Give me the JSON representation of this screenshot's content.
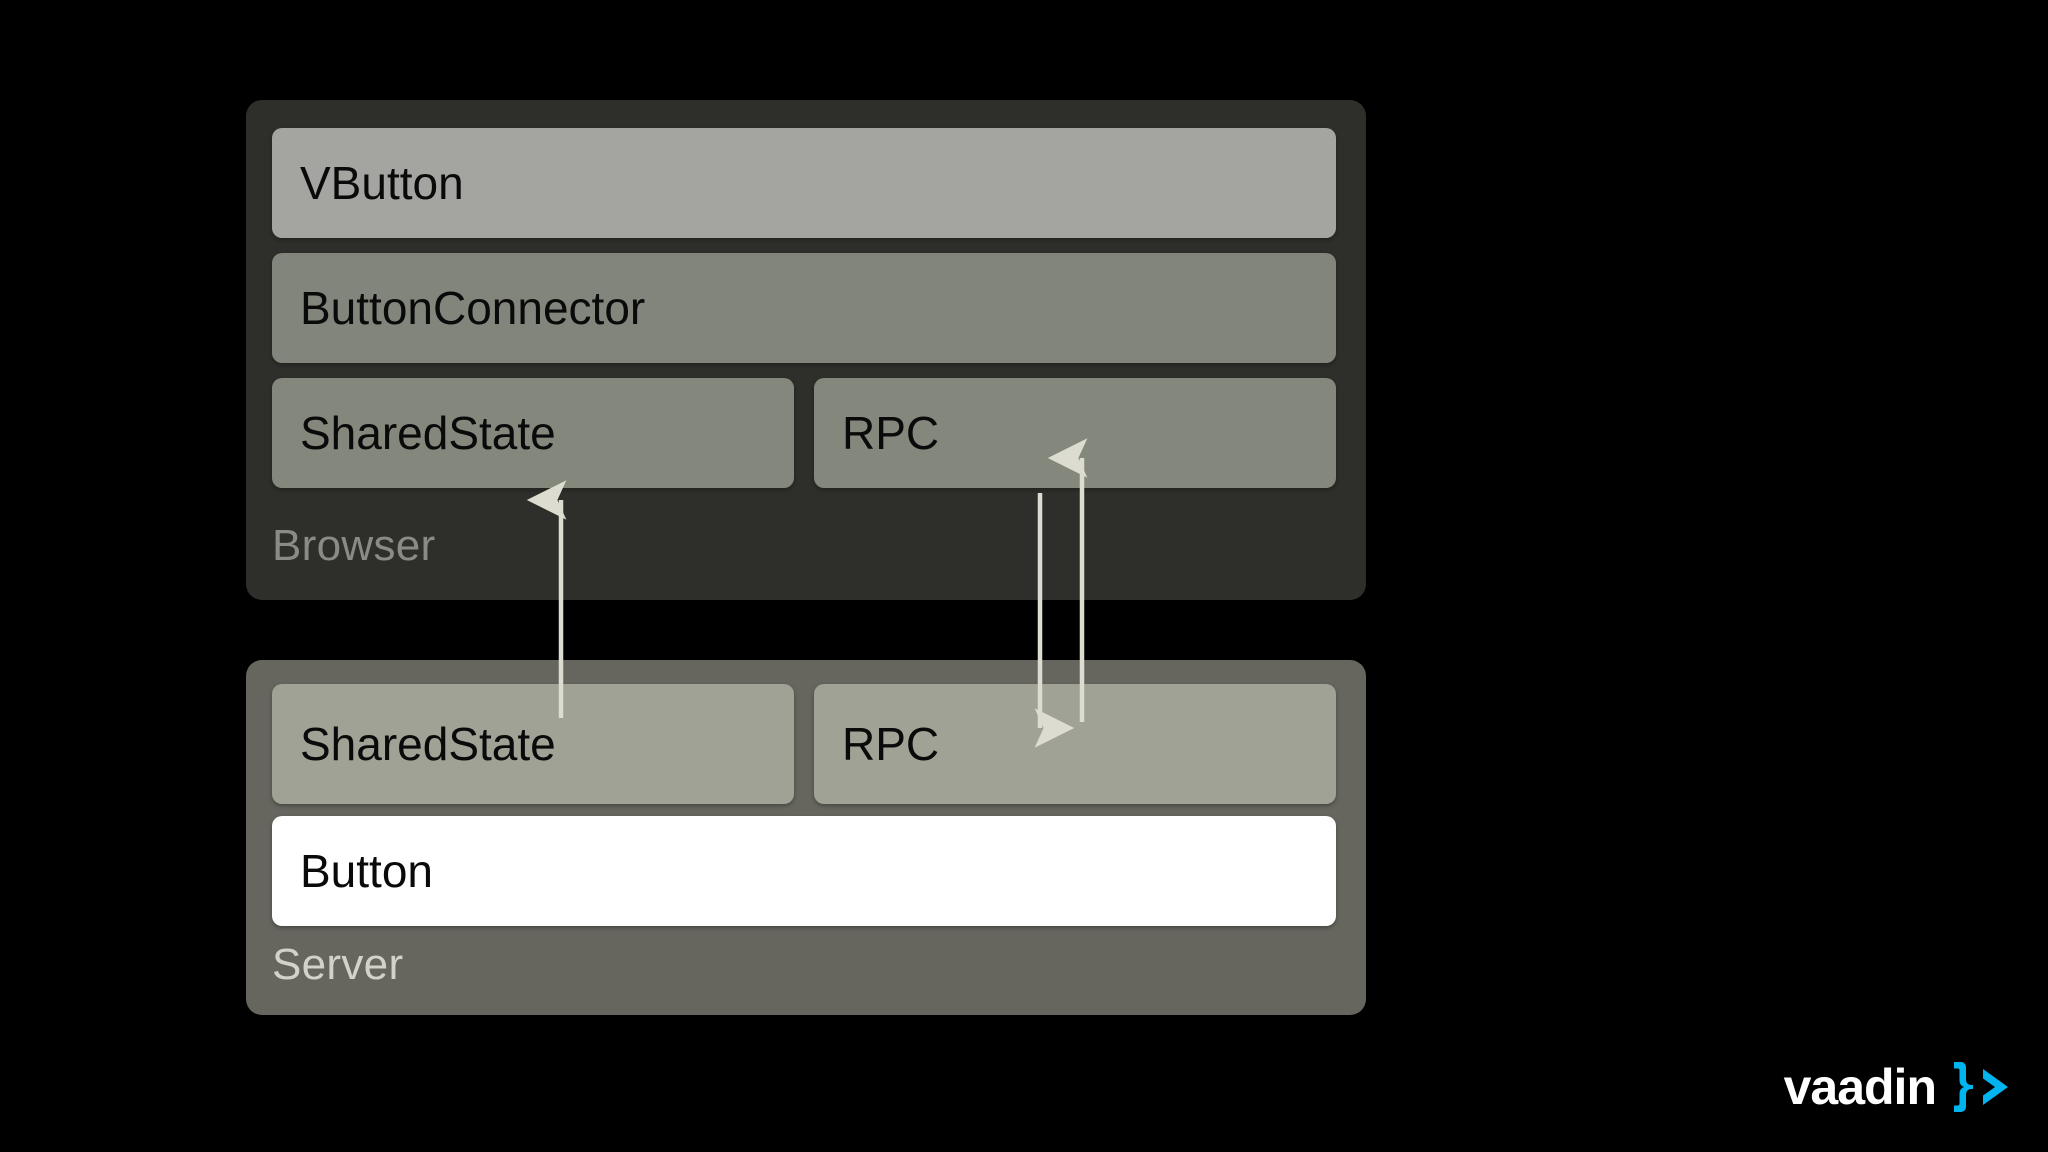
{
  "background_color": "#000000",
  "diagram": {
    "title_hidden": true,
    "panels": [
      {
        "id": "browser",
        "label": "Browser",
        "label_color": "#8b8b86",
        "background": "#2e2e2a",
        "boxes": [
          {
            "label": "VButton",
            "color": "#a4a4a1",
            "text_color": "#0a0a0a",
            "span": "full"
          },
          {
            "label": "ButtonConnector",
            "color": "#82857b",
            "text_color": "#0a0a0a",
            "span": "full"
          },
          {
            "label": "SharedState",
            "color": "#84877c",
            "text_color": "#0a0a0a",
            "span": "half-left"
          },
          {
            "label": "RPC",
            "color": "#84877c",
            "text_color": "#0a0a0a",
            "span": "half-right"
          }
        ]
      },
      {
        "id": "server",
        "label": "Server",
        "label_color": "#d2d2cb",
        "background": "#66665f",
        "boxes": [
          {
            "label": "SharedState",
            "color": "#9fa294",
            "text_color": "#0a0a0a",
            "span": "half-left"
          },
          {
            "label": "RPC",
            "color": "#9fa294",
            "text_color": "#0a0a0a",
            "span": "half-right"
          },
          {
            "label": "Button",
            "color": "#ffffff",
            "text_color": "#0a0a0a",
            "span": "full"
          }
        ]
      }
    ],
    "arrows": [
      {
        "name": "shared-state-up-arrow",
        "direction": "up",
        "from": "server.SharedState",
        "to": "browser.SharedState",
        "color": "#dcdcd0"
      },
      {
        "name": "rpc-down-arrow",
        "direction": "down",
        "from": "browser.RPC",
        "to": "server.RPC",
        "color": "#dcdcd0"
      },
      {
        "name": "rpc-up-arrow",
        "direction": "up",
        "from": "server.RPC",
        "to": "browser.RPC",
        "color": "#dcdcd0"
      }
    ]
  },
  "logo": {
    "wordmark": "vaadin",
    "wordmark_color": "#ffffff",
    "mark_glyph": "}>",
    "mark_color": "#00b4f0"
  }
}
